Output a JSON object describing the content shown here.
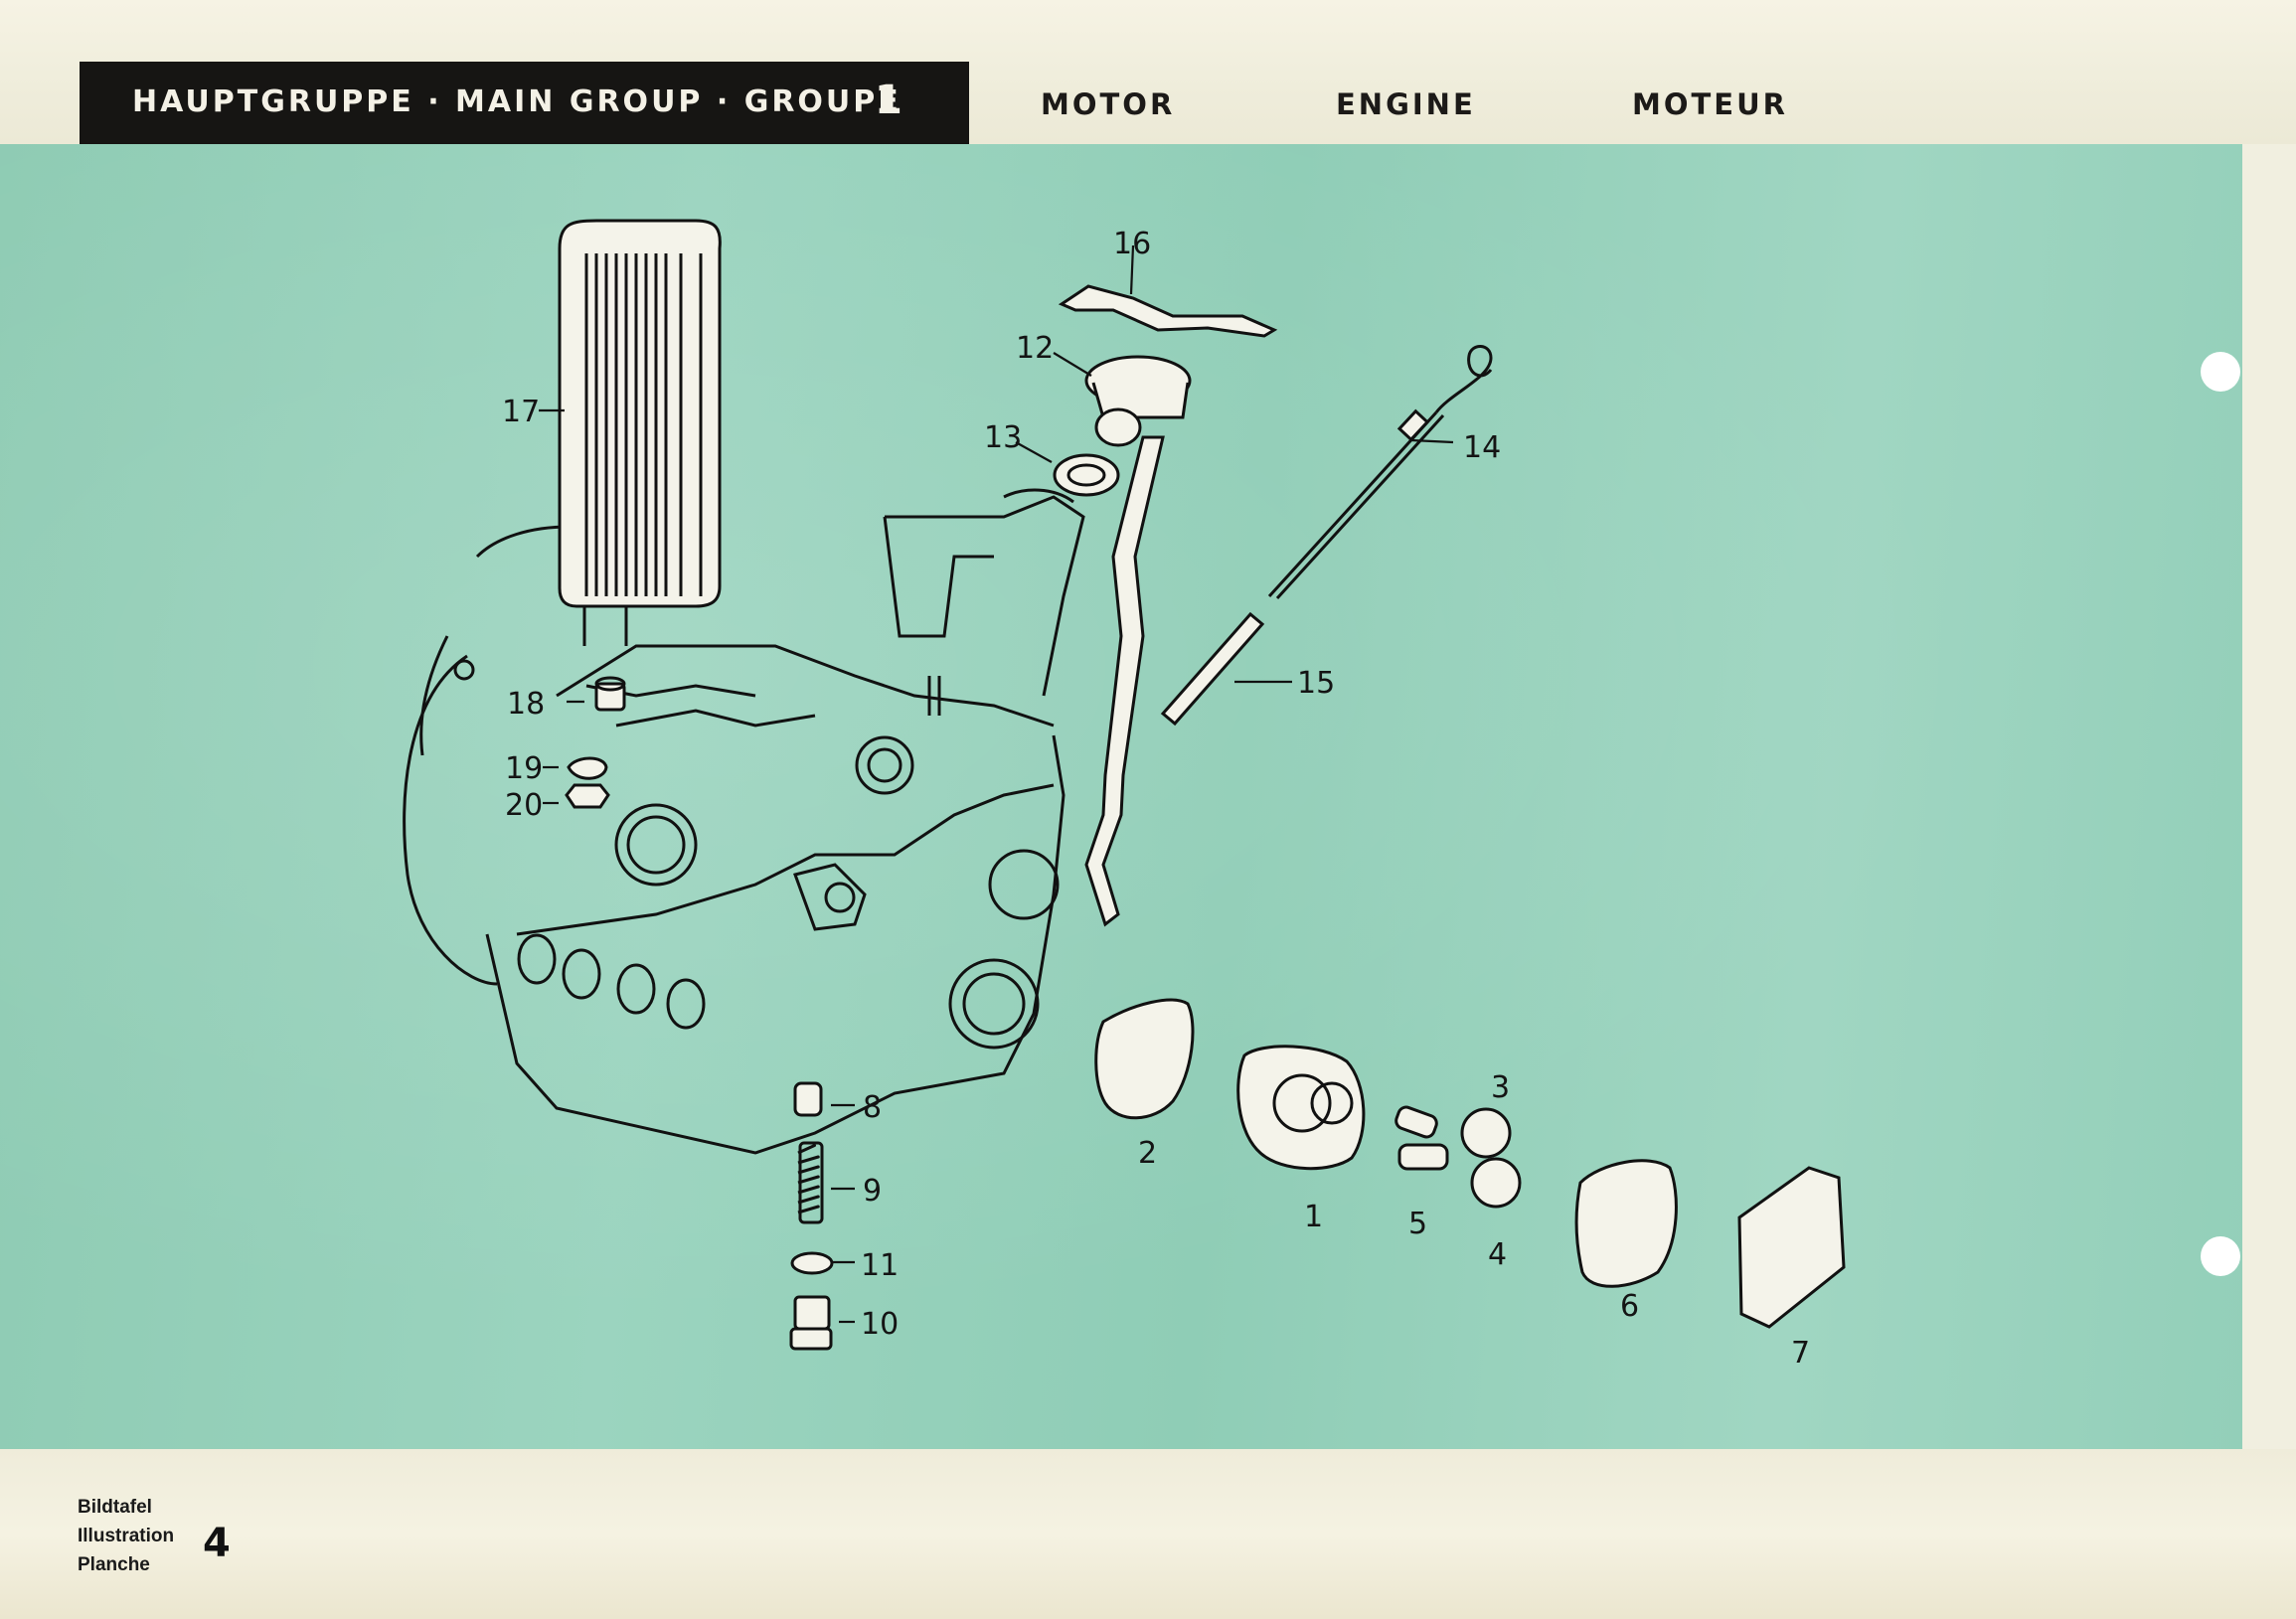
{
  "header": {
    "group_text": "HAUPTGRUPPE · MAIN GROUP · GROUPE",
    "group_number": "1",
    "section_de": "MOTOR",
    "section_en": "ENGINE",
    "section_fr": "MOTEUR"
  },
  "callouts": [
    "1",
    "2",
    "3",
    "4",
    "5",
    "6",
    "7",
    "8",
    "9",
    "10",
    "11",
    "12",
    "13",
    "14",
    "15",
    "16",
    "17",
    "18",
    "19",
    "20"
  ],
  "footer": {
    "label_de": "Bildtafel",
    "label_en": "Illustration",
    "label_fr": "Planche",
    "plate_number": "4"
  },
  "colors": {
    "plate": "#93cfb9",
    "paper": "#f1efe0",
    "header_bar": "#161513",
    "ink": "#111111"
  }
}
